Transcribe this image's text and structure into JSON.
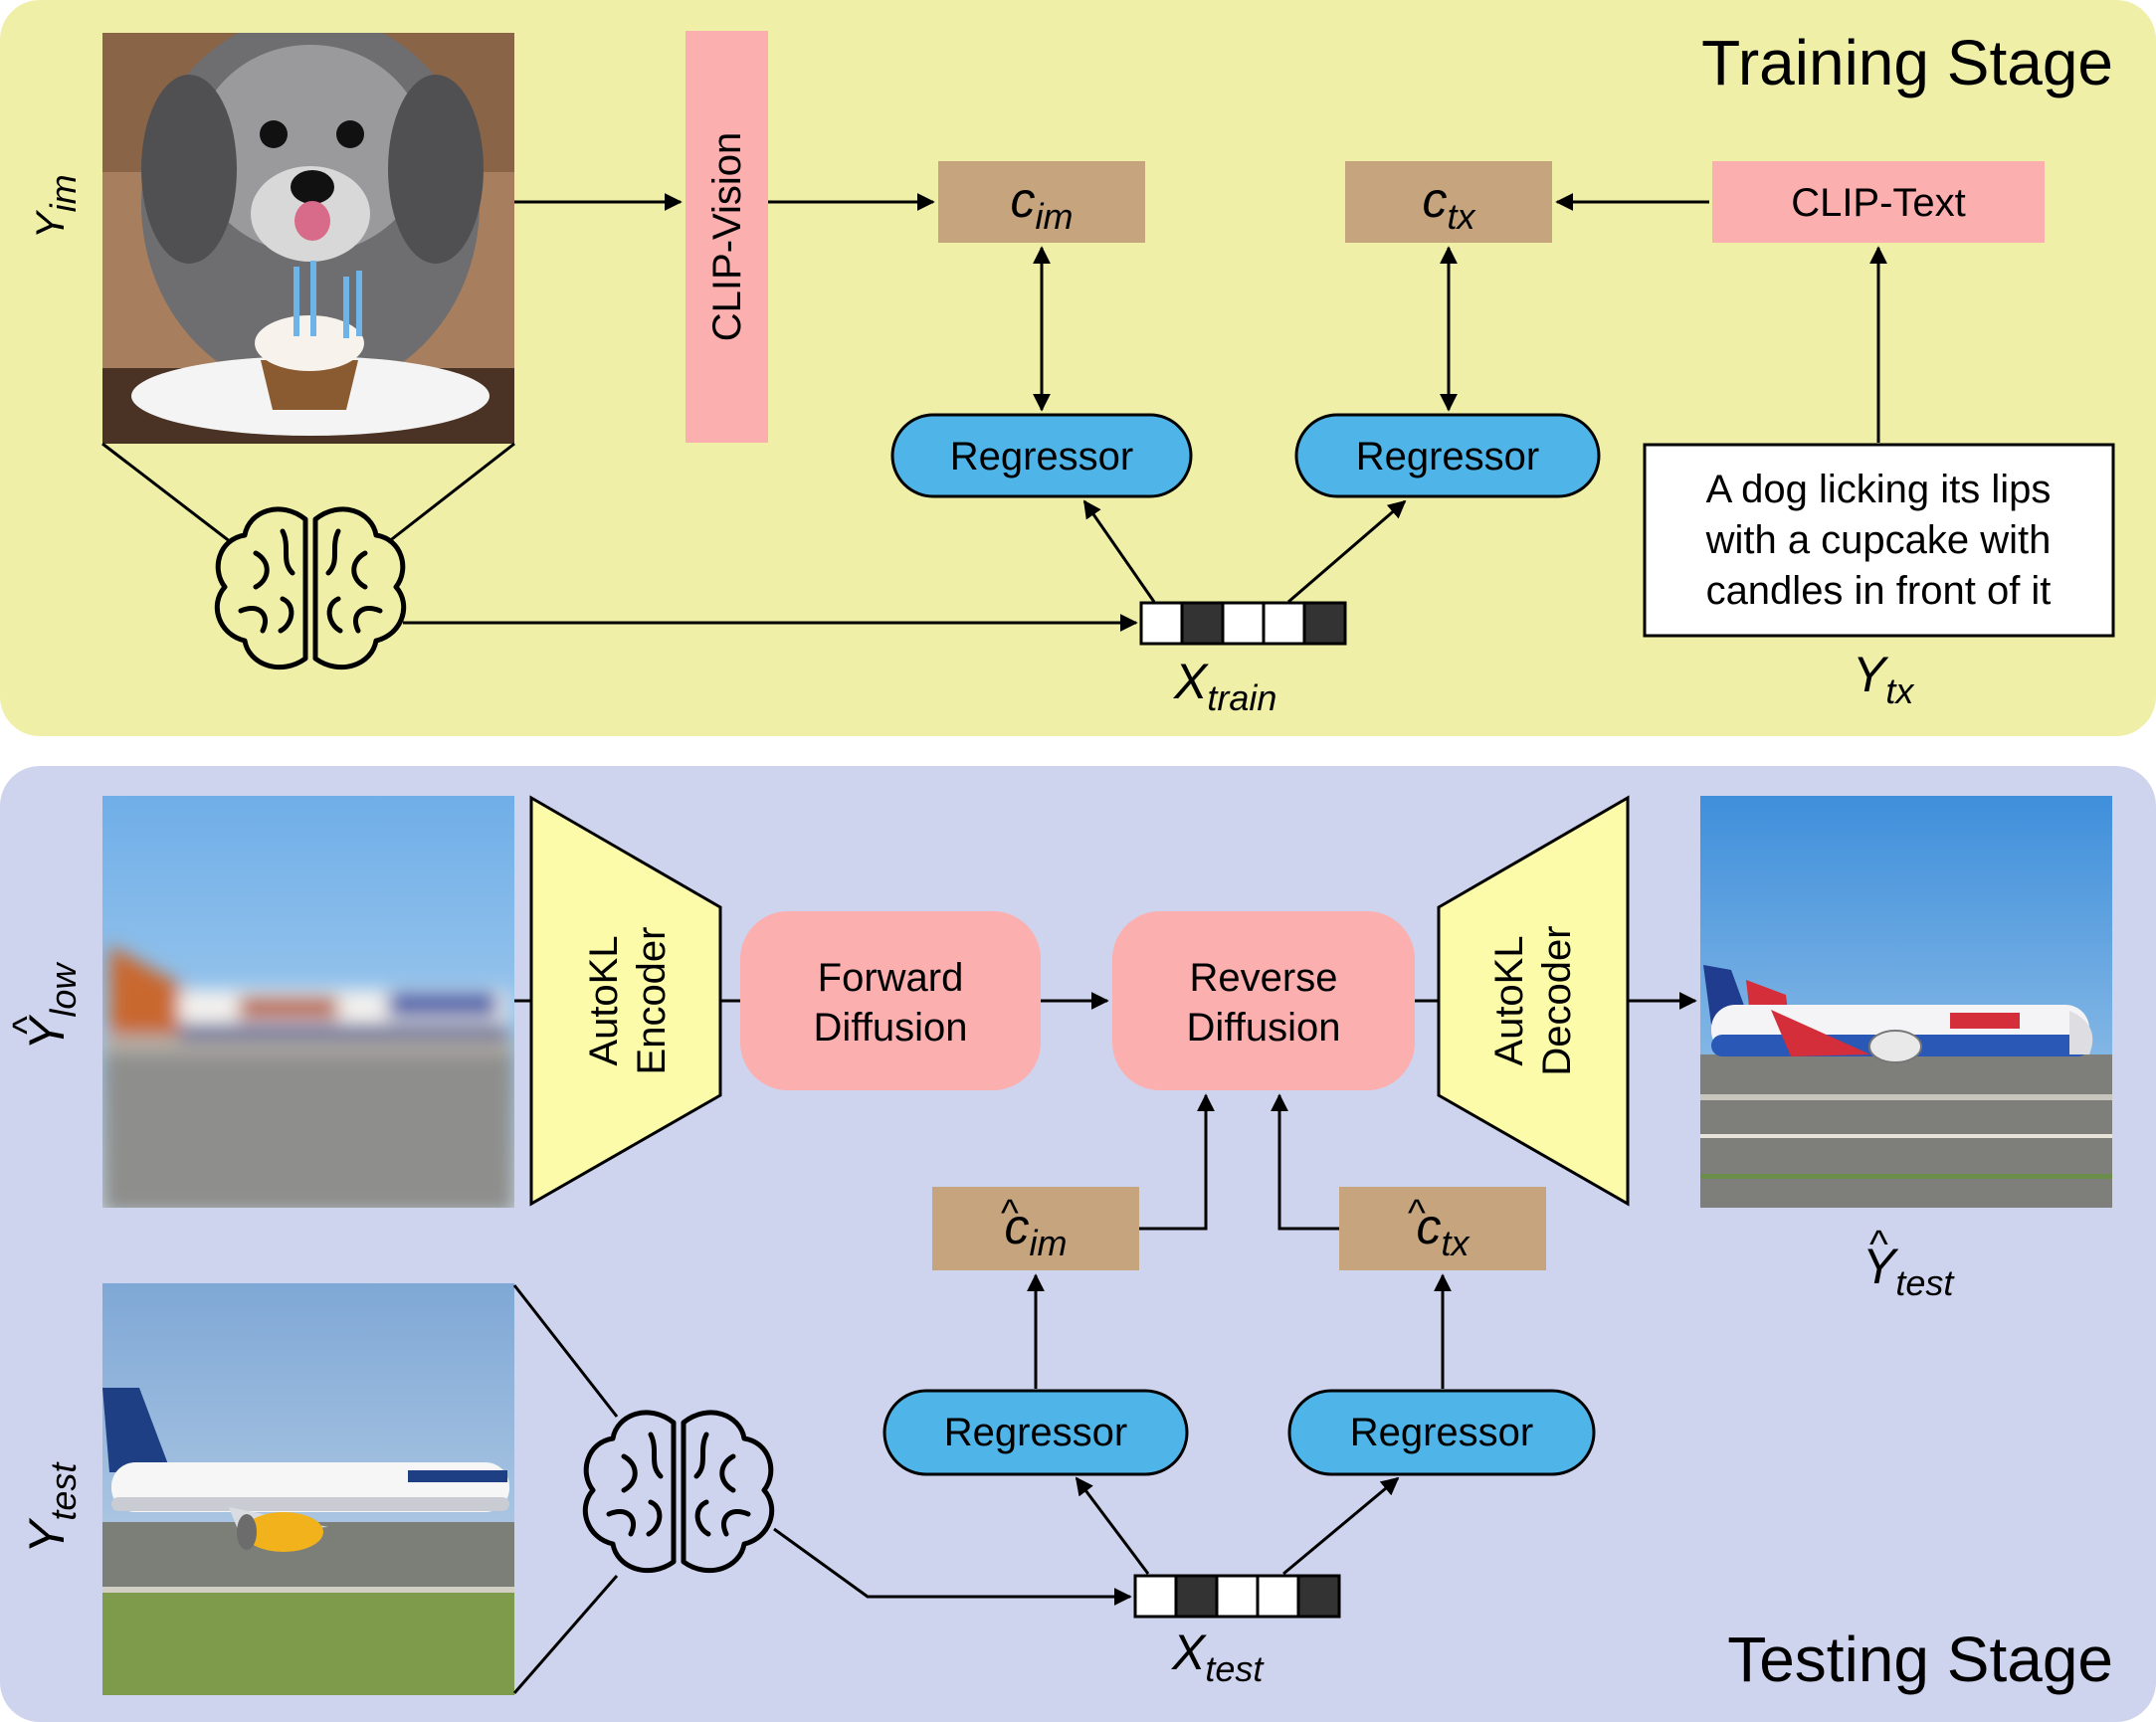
{
  "training": {
    "title": "Training Stage",
    "y_im": {
      "base": "Y",
      "sub": "im"
    },
    "clip_vision": "CLIP-Vision",
    "clip_text": "CLIP-Text",
    "c_im": {
      "base": "c",
      "sub": "im"
    },
    "c_tx": {
      "base": "c",
      "sub": "tx"
    },
    "regressor_left": "Regressor",
    "regressor_right": "Regressor",
    "caption_lines": [
      "A dog licking its lips",
      "with a cupcake with",
      "candles in front of it"
    ],
    "x_train": {
      "base": "X",
      "sub": "train"
    },
    "y_tx": {
      "base": "Y",
      "sub": "tx"
    },
    "vector_cells": [
      "light",
      "dark",
      "light",
      "light",
      "dark"
    ]
  },
  "testing": {
    "title": "Testing Stage",
    "y_low": {
      "hat": "^",
      "base": "Y",
      "sub": "low"
    },
    "encoder_lines": [
      "AutoKL",
      "Encoder"
    ],
    "decoder_lines": [
      "AutoKL",
      "Decoder"
    ],
    "forward_lines": [
      "Forward",
      "Diffusion"
    ],
    "reverse_lines": [
      "Reverse",
      "Diffusion"
    ],
    "c_im_hat": {
      "hat": "^",
      "base": "c",
      "sub": "im"
    },
    "c_tx_hat": {
      "hat": "^",
      "base": "c",
      "sub": "tx"
    },
    "regressor_left": "Regressor",
    "regressor_right": "Regressor",
    "x_test": {
      "base": "X",
      "sub": "test"
    },
    "y_test": {
      "base": "Y",
      "sub": "test"
    },
    "y_test_hat": {
      "hat": "^",
      "base": "Y",
      "sub": "test"
    },
    "vector_cells": [
      "light",
      "dark",
      "light",
      "light",
      "dark"
    ]
  },
  "colors": {
    "training_bg": "#EFEFA8",
    "testing_bg": "#CFD4EE",
    "clip_box": "#FBAFAF",
    "latent_box": "#C6A47E",
    "regressor": "#4FB4E8",
    "diffusion": "#FBAFAF",
    "autokl": "#FBFBAA",
    "cell_dark": "#333333",
    "cell_light": "#FFFFFF"
  },
  "icons": {
    "brain": "brain-icon",
    "dog_photo": "dog-cupcake-photo",
    "plane_blurry": "blurry-airplane-photo",
    "plane_test": "icelandair-airplane-photo",
    "plane_recon": "reconstructed-airplane-photo"
  }
}
